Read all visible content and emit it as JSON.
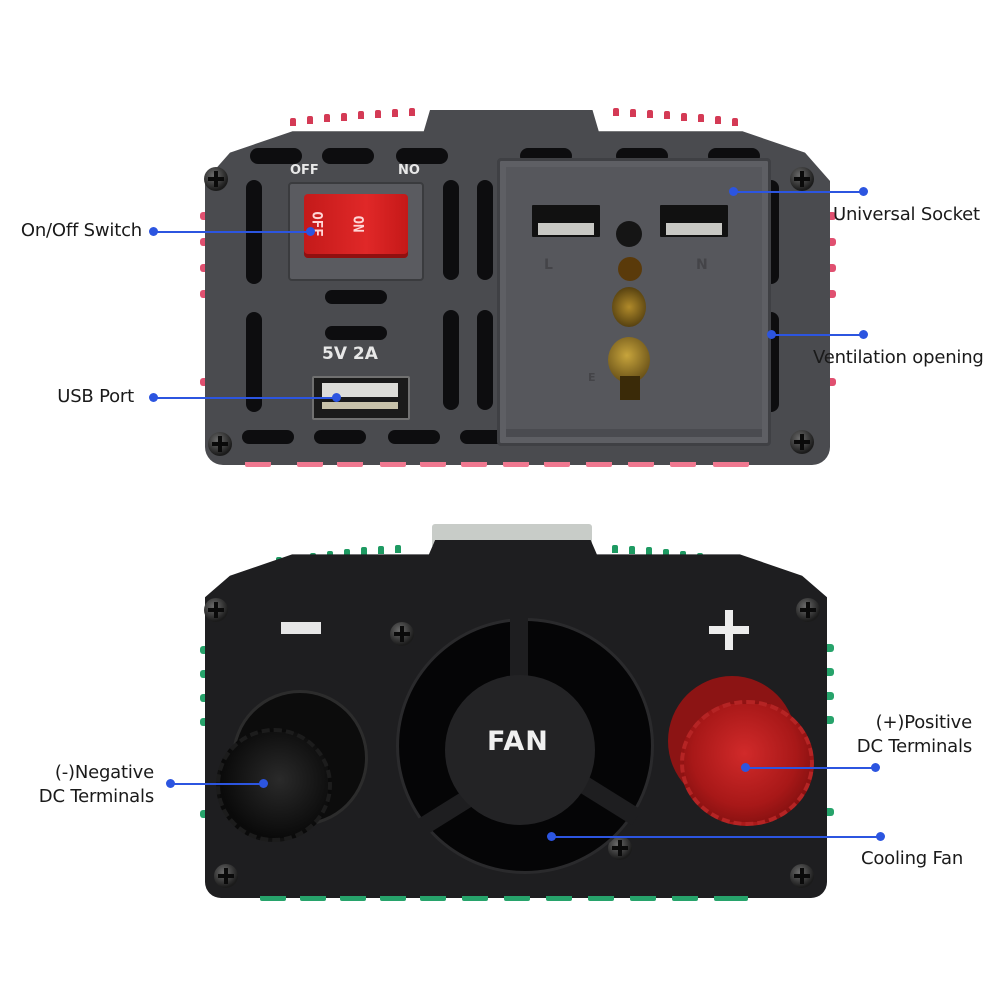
{
  "image": {
    "subject": "power inverter front and back panel diagram",
    "background": "#ffffff"
  },
  "top_unit": {
    "panel_color": "#4a4b4f",
    "fin_color": "#d43a55",
    "switch": {
      "mark_off": "OFF",
      "mark_on": "NO",
      "rocker_text_on": "ON",
      "rocker_text_off": "OFF",
      "rocker_color": "#e02828"
    },
    "usb": {
      "rating": "5V 2A"
    },
    "socket": {
      "letters": [
        "L",
        "N",
        "E"
      ]
    }
  },
  "bottom_unit": {
    "panel_color": "#1e1e20",
    "fin_color": "#1e9a62",
    "minus_symbol": "−",
    "plus_symbol": "+",
    "fan_text": "FAN",
    "positive_terminal_color": "#c12020",
    "negative_terminal_color": "#111111"
  },
  "callouts": {
    "accent_color": "#2c55e0",
    "on_off_switch": "On/Off Switch",
    "usb_port": "USB Port",
    "universal_socket": "Universal Socket",
    "ventilation_opening": "Ventilation opening",
    "negative_line1": "(-)Negative",
    "negative_line2": "DC Terminals",
    "positive_line1": "(+)Positive",
    "positive_line2": "DC Terminals",
    "cooling_fan": "Cooling Fan"
  }
}
